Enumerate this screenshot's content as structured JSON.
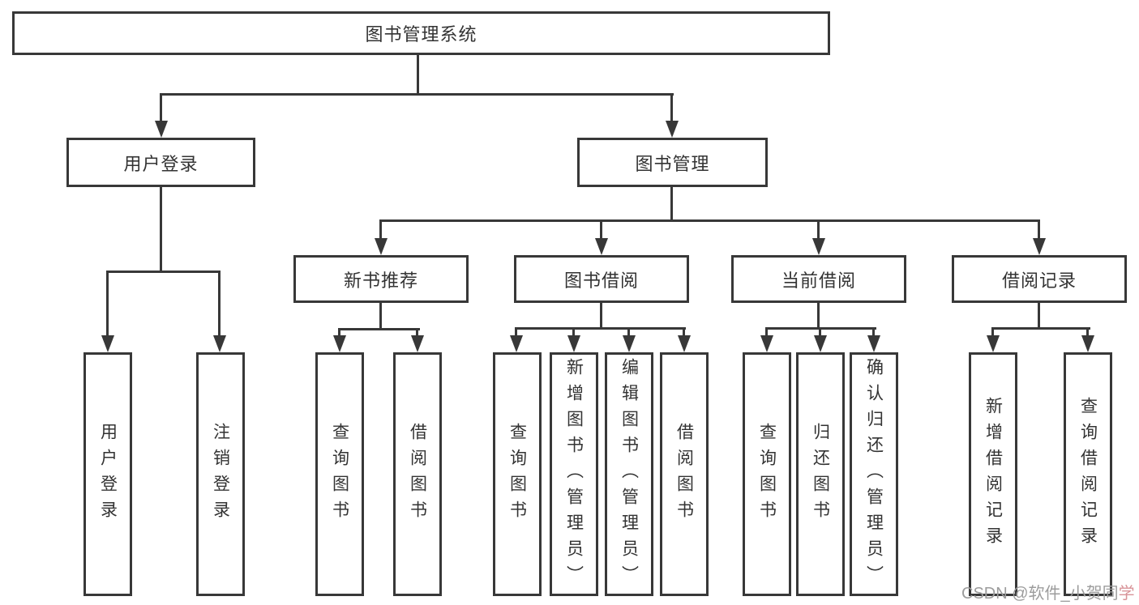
{
  "diagram": {
    "root_label": "图书管理系统",
    "level2": {
      "login": "用户登录",
      "manage": "图书管理"
    },
    "level3": {
      "newbook": "新书推荐",
      "borrow": "图书借阅",
      "current": "当前借阅",
      "records": "借阅记录"
    },
    "leaves": {
      "login": [
        "用户登录",
        "注销登录"
      ],
      "newbook": [
        "查询图书",
        "借阅图书"
      ],
      "borrow": [
        "查询图书",
        "新增图书（管理员）",
        "编辑图书（管理员）",
        "借阅图书"
      ],
      "current": [
        "查询图书",
        "归还图书",
        "确认归还（管理员）"
      ],
      "records": [
        "新增借阅记录",
        "查询借阅记录"
      ]
    }
  },
  "watermark": {
    "text_main": "CSDN @软件_小贺同",
    "text_accent": "学"
  },
  "colors": {
    "line": "#383838",
    "text": "#333333",
    "background": "#ffffff",
    "watermark_gray": "#9c9c9c",
    "watermark_pink": "#d89398"
  }
}
